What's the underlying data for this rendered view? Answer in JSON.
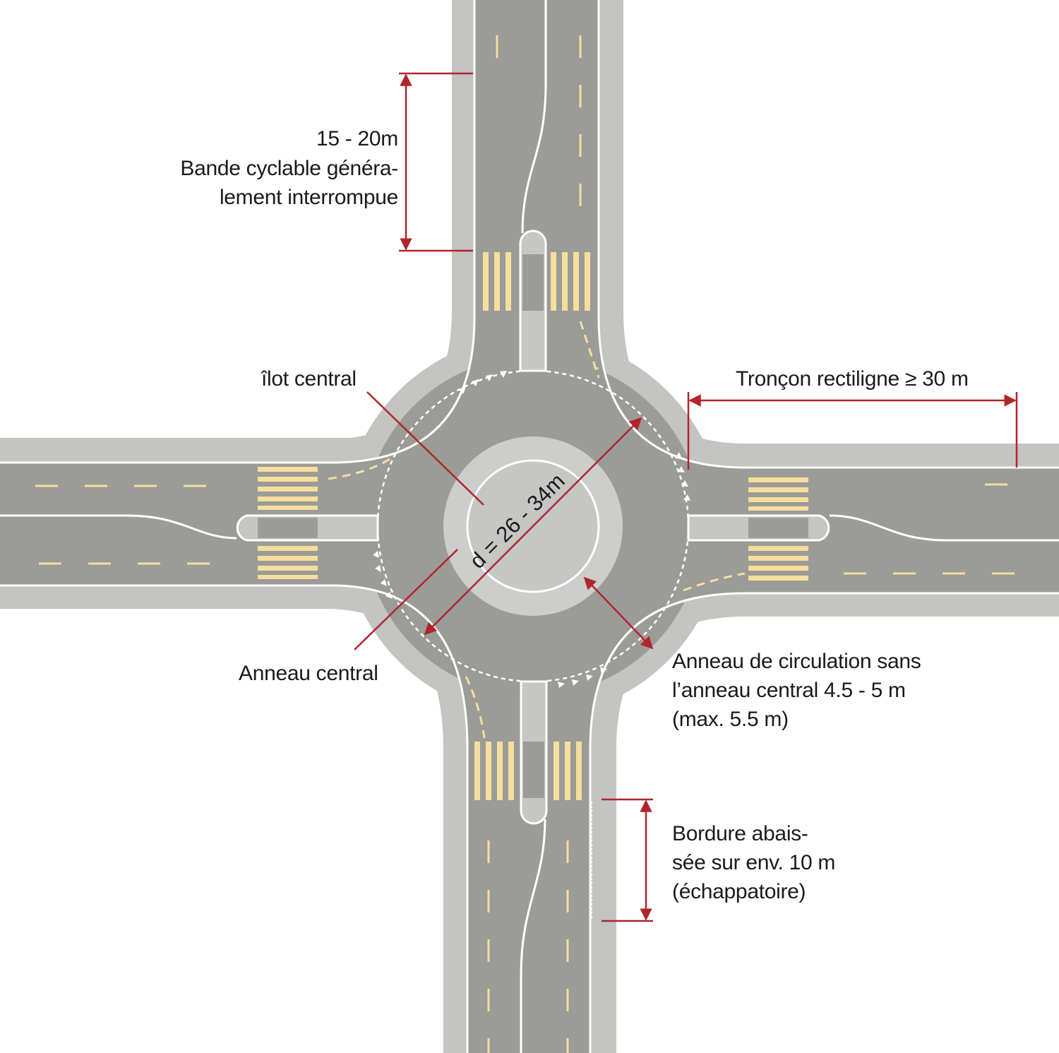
{
  "labels": {
    "cycle_lane_length": "15 - 20m",
    "cycle_lane_line1": "Bande cyclable généra-",
    "cycle_lane_line2": "lement interrompue",
    "central_island": "îlot central",
    "straight_section": "Tronçon rectiligne ≥ 30 m",
    "diameter": "d = 26 - 34m",
    "central_ring": "Anneau central",
    "traffic_ring_line1": "Anneau de circulation sans",
    "traffic_ring_line2": "l’anneau central 4.5 - 5 m",
    "traffic_ring_line3": "(max. 5.5 m)",
    "lowered_curb_line1": "Bordure abais-",
    "lowered_curb_line2": "sée sur env. 10 m",
    "lowered_curb_line3": "(échappatoire)"
  },
  "colors": {
    "road": "#9b9b97",
    "sidewalk": "#c4c4c2",
    "island": "#cdcdcb",
    "marking": "#ffffff",
    "crossing": "#f6df9d",
    "dimension": "#b0252b",
    "text": "#1a1a1a"
  }
}
